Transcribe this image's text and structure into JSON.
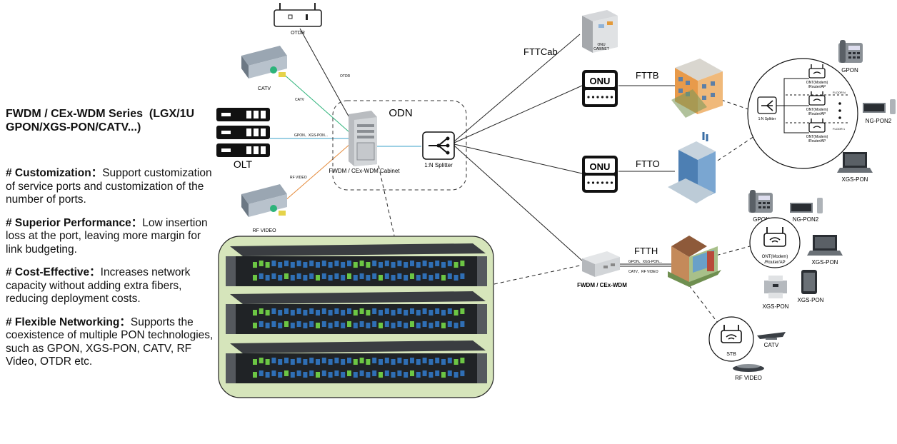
{
  "left_panel": {
    "series": {
      "line1": "FWDM / CEx-WDM Series  (LGX/1U",
      "line2": "GPON/XGS-PON/CATV...)"
    },
    "features": [
      {
        "head": "# Customization：",
        "body": "Support customization of service ports and customization of the number of ports."
      },
      {
        "head": "# Superior Performance：",
        "body": "Low insertion loss at the port, leaving more margin for link budgeting."
      },
      {
        "head": "# Cost-Effective：",
        "body": "Increases network capacity without adding extra fibers, reducing deployment costs."
      },
      {
        "head": "# Flexible Networking：",
        "body": "Supports the coexistence of multiple PON technologies, such as GPON, XGS-PON, CATV, RF Video, OTDR etc."
      }
    ]
  },
  "diagram": {
    "olt": "OLT",
    "otdr": "OTDR",
    "catv": "CATV",
    "rf_video": "RF VIDEO",
    "line_otdr": "OTDR",
    "line_catv": "CATV",
    "line_pon": "GPON、XGS-PON...",
    "line_rf": "RF VIDEO",
    "odn": "ODN",
    "cabinet": "FWDM / CEx-WDM Cabinet",
    "splitter": "1:N Splitter",
    "fttcab": "FTTCab",
    "onu_cabinet_line1": "ONU",
    "onu_cabinet_line2": "CABINET",
    "onu": "ONU",
    "fttb": "FTTB",
    "ftto": "FTTO",
    "ftth": "FTTH",
    "fwdm_box": "FWDM / CEx-WDM",
    "ftth_line1": "GPON、XGS-PON...",
    "ftth_line2": "CATV、RF VIDEO",
    "circle_splitter": "1:N Splitter",
    "ont_line1": "ONT(Modem)",
    "ont_line2": "/Router/AP",
    "floor_n": "FLOOR N",
    "floor_1": "FLOOR 1",
    "dev_gpon": "GPON",
    "dev_ngpon2": "NG-PON2",
    "dev_xgspon": "XGS-PON",
    "stb": "STB"
  },
  "colors": {
    "catv_line": "#2db37a",
    "pon_line": "#3aa0c8",
    "rf_line": "#e58a3a",
    "rack_bg": "#d6e5bb",
    "connector_blue": "#2f6fb5",
    "connector_green": "#6cc644"
  }
}
